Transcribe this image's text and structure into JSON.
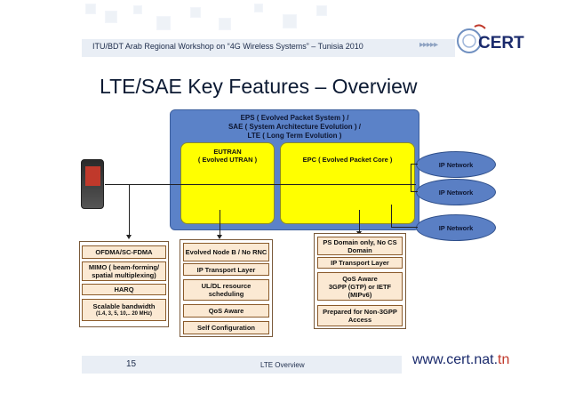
{
  "header": {
    "text": "ITU/BDT Arab Regional Workshop on “4G Wireless Systems” – Tunisia 2010",
    "arrows": "▸▸▸▸▸"
  },
  "logo": {
    "text": "CERT"
  },
  "title": "LTE/SAE Key Features – Overview",
  "eps": {
    "line1": "EPS ( Evolved Packet System ) /",
    "line2": "SAE ( System Architecture Evolution ) /",
    "line3": "LTE ( Long Term Evolution )"
  },
  "eutran": {
    "line1": "EUTRAN",
    "line2": "( Evolved UTRAN )"
  },
  "epc": {
    "label": "EPC ( Evolved Packet Core )"
  },
  "ip_networks": [
    "IP Network",
    "IP Network",
    "IP Network"
  ],
  "eutran_features": [
    {
      "text": "OFDMA/SC-FDMA"
    },
    {
      "text": "MIMO ( beam-forming/ spatial multiplexing)"
    },
    {
      "text": "HARQ"
    },
    {
      "text": "Scalable bandwidth",
      "sub": "(1.4, 3, 5, 10,.. 20 MHz)"
    }
  ],
  "node_features": [
    {
      "text": "Evolved Node B / No RNC"
    },
    {
      "text": "IP Transport Layer"
    },
    {
      "text": "UL/DL resource scheduling"
    },
    {
      "text": "QoS Aware"
    },
    {
      "text": "Self Configuration"
    }
  ],
  "epc_features": [
    {
      "text": "PS Domain only, No CS Domain"
    },
    {
      "text": "IP Transport Layer"
    },
    {
      "text": "QoS Aware"
    },
    {
      "text": "3GPP (GTP) or IETF (MIPv6)"
    },
    {
      "text": "Prepared for Non-3GPP Access"
    }
  ],
  "footer": {
    "page": "15",
    "center": "LTE Overview",
    "url_main": "www.cert.nat.",
    "url_tld": "tn"
  },
  "colors": {
    "eps_blue": "#5b82c8",
    "yellow": "#ffff00",
    "feature_fill": "#fbe9d3"
  }
}
